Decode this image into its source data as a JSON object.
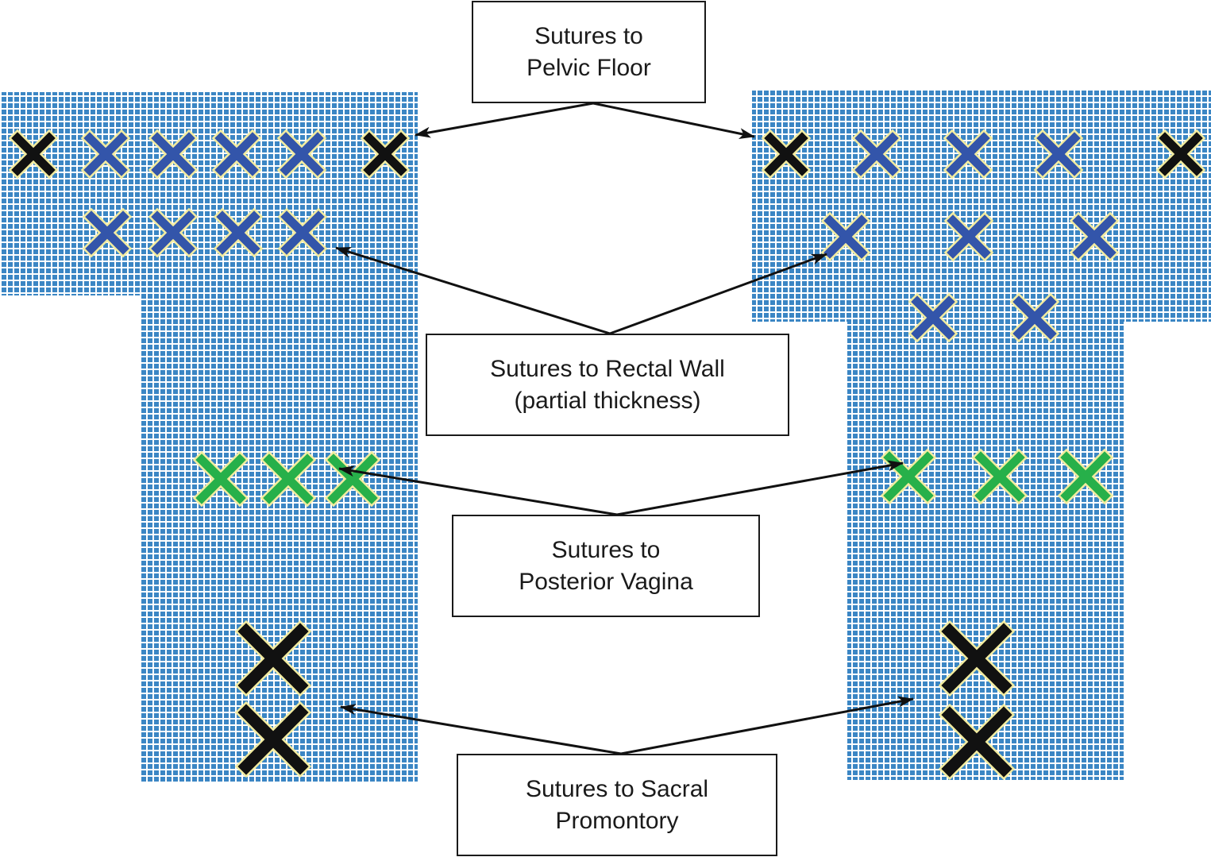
{
  "labels": {
    "pelvic_floor": {
      "line1": "Sutures to",
      "line2": "Pelvic Floor"
    },
    "rectal_wall": {
      "line1": "Sutures to Rectal Wall",
      "line2": "(partial thickness)"
    },
    "posterior_vagina": {
      "line1": "Sutures to",
      "line2": "Posterior Vagina"
    },
    "sacral_promontory": {
      "line1": "Sutures to Sacral",
      "line2": "Promontory"
    }
  },
  "colors": {
    "mesh_fill": "#3b86c4",
    "mesh_thread": "#ffffff",
    "marker_outline": "#f3eca0",
    "pelvic_floor_corner_marker": "#111111",
    "rectal_wall_marker": "#3355aa",
    "posterior_vagina_marker": "#27b04a",
    "sacral_promontory_marker": "#111111",
    "arrow": "#111111"
  },
  "icons": {
    "suture_marker": "x-cross-icon",
    "mesh": "mesh-grid-pattern"
  }
}
